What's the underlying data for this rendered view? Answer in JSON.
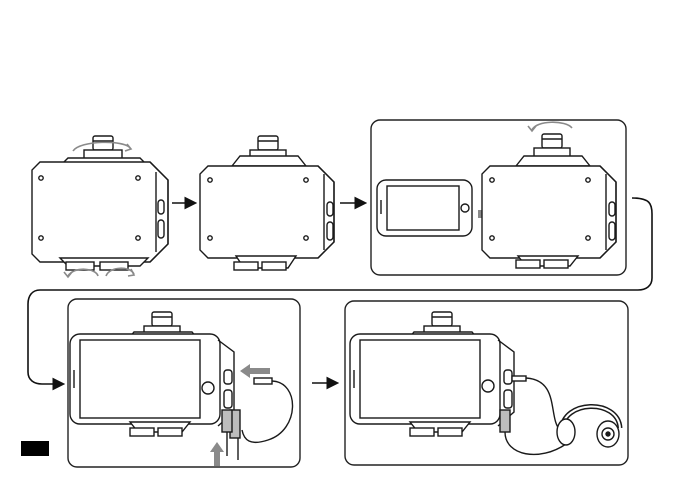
{
  "diagram": {
    "kind": "instruction-steps",
    "steps": [
      {
        "step": 1,
        "action": "rotate-knobs-loosen",
        "icons": [
          "rotate-arrow-icon",
          "rotate-arrow-icon",
          "rotate-arrow-icon"
        ]
      },
      {
        "step": 2,
        "action": "mount-opened"
      },
      {
        "step": 3,
        "action": "insert-phone-and-tighten",
        "icons": [
          "slide-in-arrow-icon",
          "rotate-arrow-icon"
        ]
      },
      {
        "step": 4,
        "action": "connect-microphone-cable",
        "icons": [
          "plug-arrow-icon",
          "plug-arrow-icon"
        ]
      },
      {
        "step": 5,
        "action": "connect-headphones",
        "icons": [
          "headphones-icon"
        ]
      }
    ]
  },
  "colors": {
    "stroke": "#1a1a1a",
    "panel_border": "#222222",
    "gray_arrow": "#8a8a8a",
    "background": "#ffffff",
    "language_tab": "#000000"
  }
}
